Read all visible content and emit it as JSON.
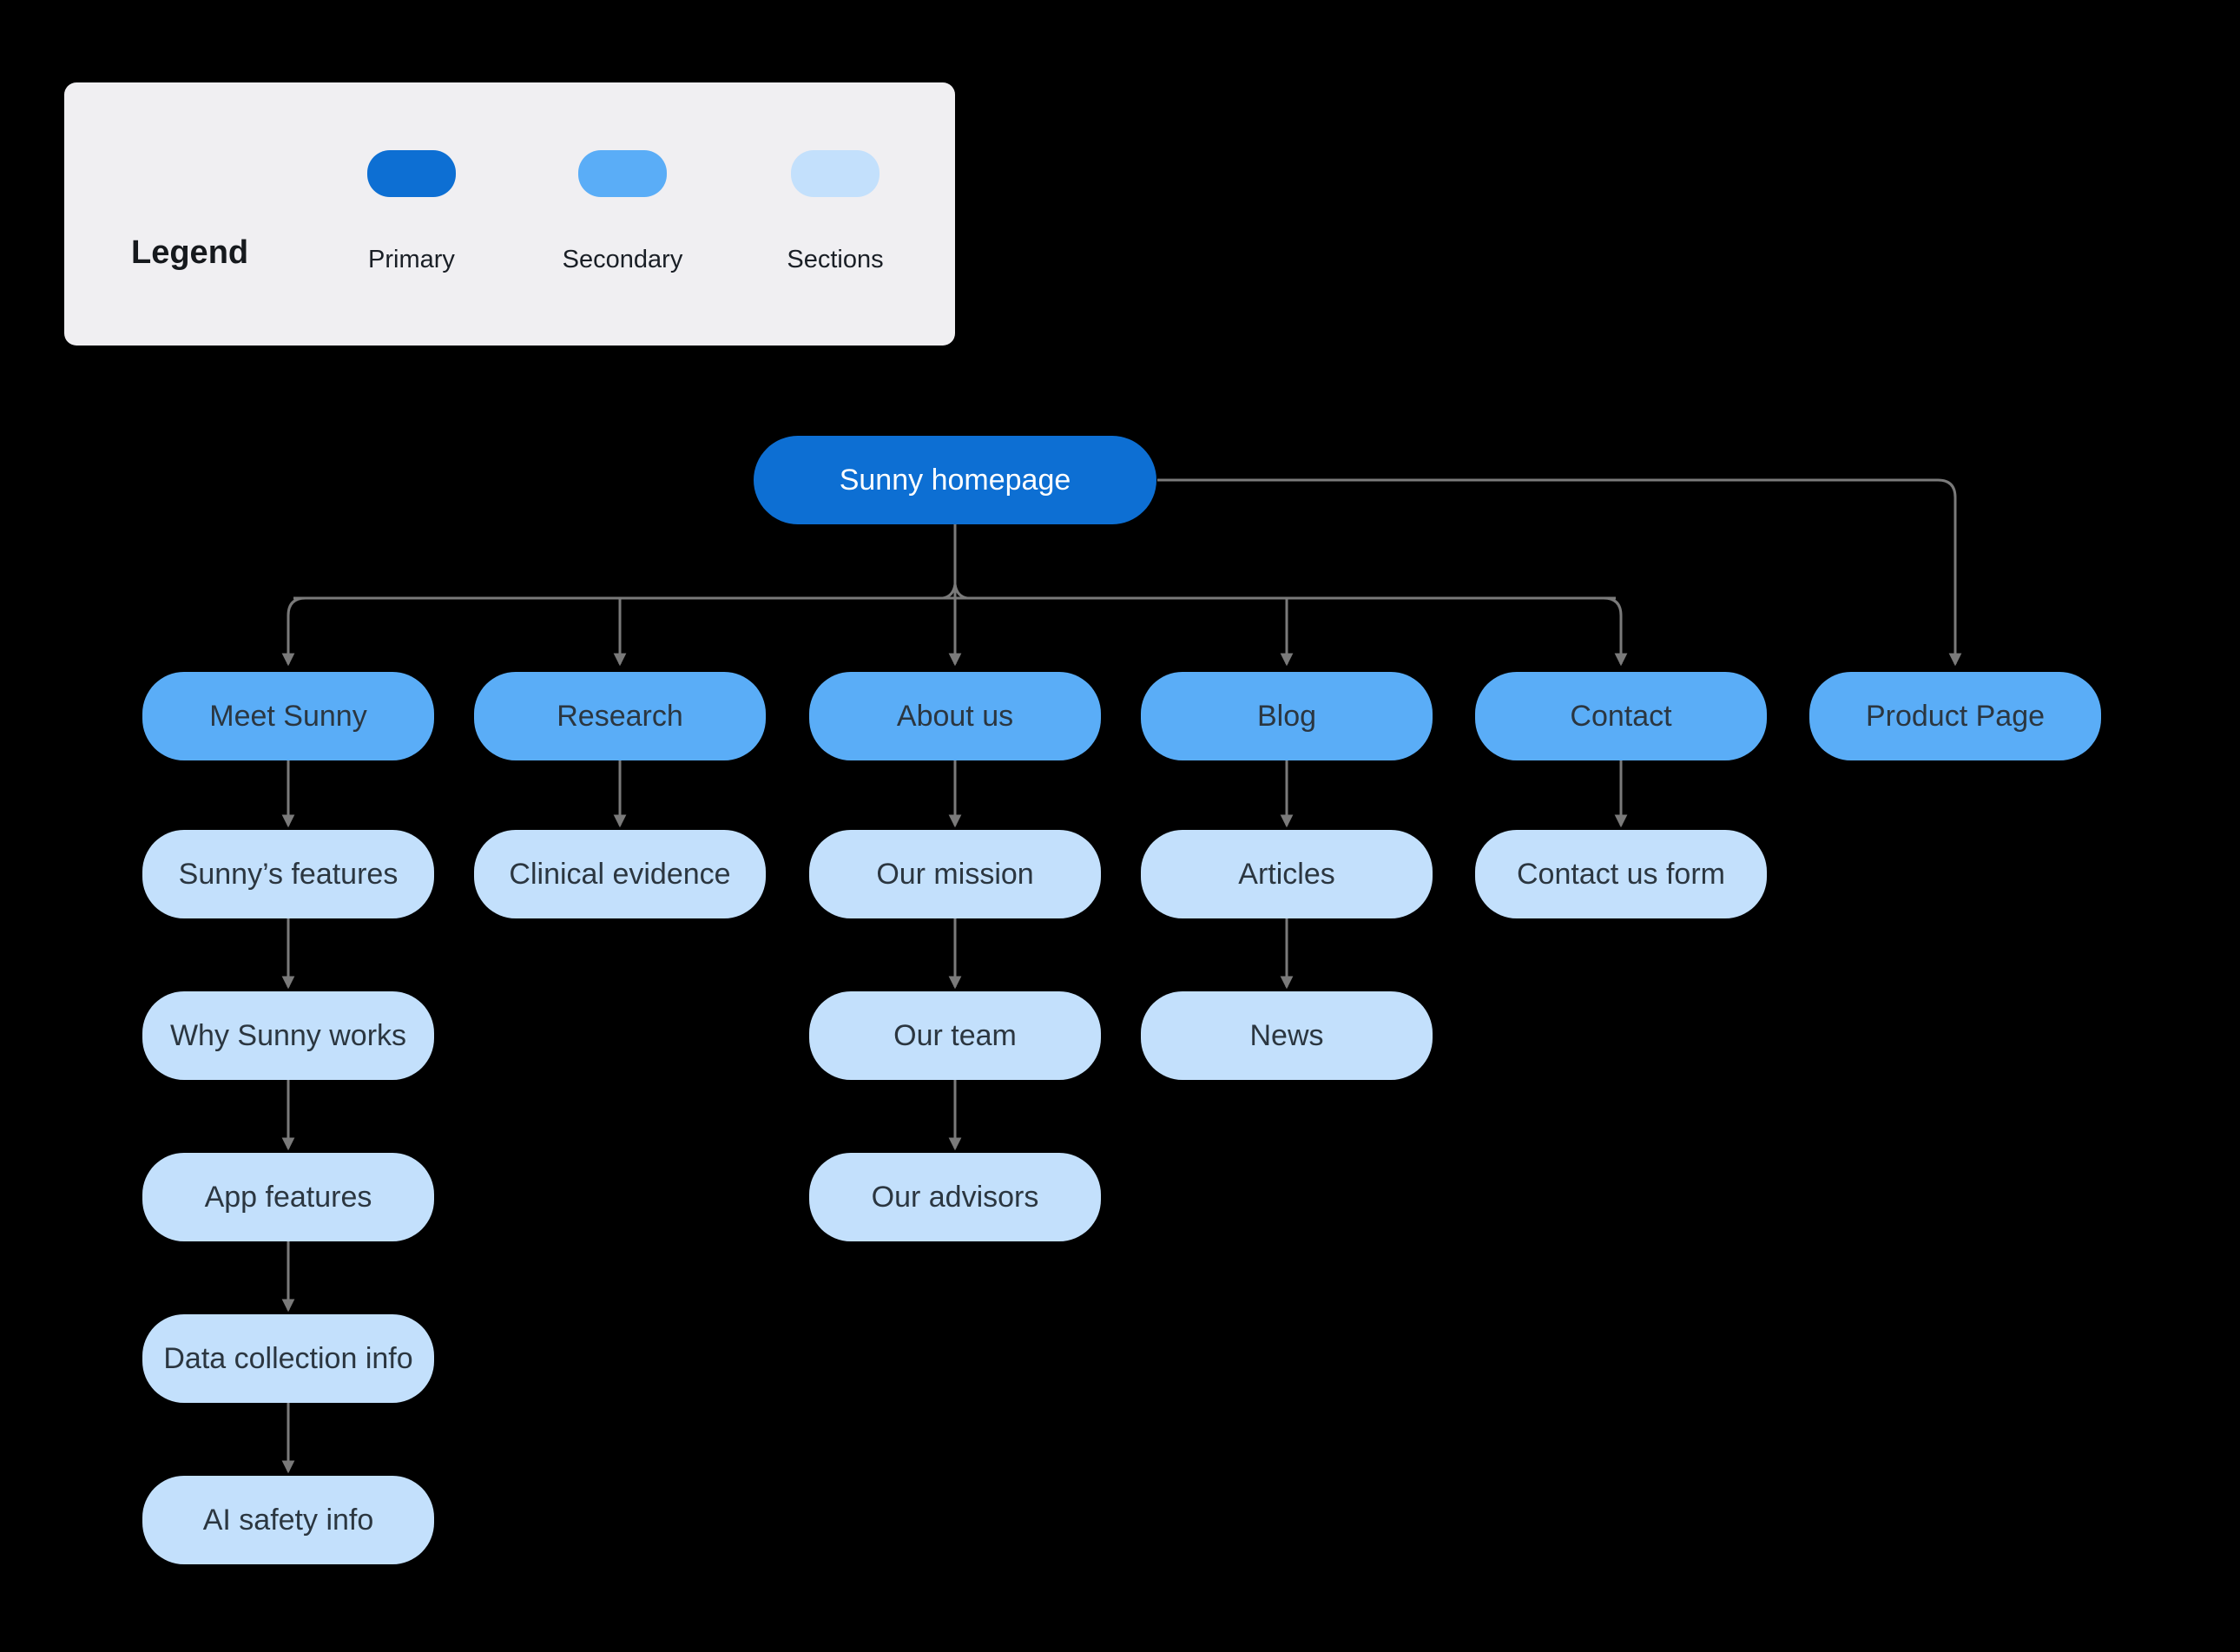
{
  "colors": {
    "background": "#000000",
    "legend_bg": "#f0eff2",
    "primary": "#0d6fd3",
    "secondary": "#5aadf7",
    "section": "#c3e0fc",
    "line": "#7a7a7a",
    "node_text": "#2b3640",
    "primary_text": "#ffffff",
    "legend_text": "#16191d"
  },
  "legend": {
    "title": "Legend",
    "items": [
      {
        "label": "Primary",
        "color": "#0d6fd3"
      },
      {
        "label": "Secondary",
        "color": "#5aadf7"
      },
      {
        "label": "Sections",
        "color": "#c3e0fc"
      }
    ]
  },
  "nodes": {
    "homepage": "Sunny homepage",
    "meet_sunny": "Meet Sunny",
    "research": "Research",
    "about_us": "About us",
    "blog": "Blog",
    "contact": "Contact",
    "product_page": "Product Page",
    "sunnys_features": "Sunny’s features",
    "why_sunny_works": "Why Sunny works",
    "app_features": "App features",
    "data_collection_info": "Data collection info",
    "ai_safety_info": "AI safety info",
    "clinical_evidence": "Clinical evidence",
    "our_mission": "Our mission",
    "our_team": "Our team",
    "our_advisors": "Our advisors",
    "articles": "Articles",
    "news": "News",
    "contact_us_form": "Contact us form"
  },
  "edges": [
    "homepage -> meet_sunny",
    "homepage -> research",
    "homepage -> about_us",
    "homepage -> blog",
    "homepage -> contact",
    "homepage -> product_page",
    "meet_sunny -> sunnys_features",
    "sunnys_features -> why_sunny_works",
    "why_sunny_works -> app_features",
    "app_features -> data_collection_info",
    "data_collection_info -> ai_safety_info",
    "research -> clinical_evidence",
    "about_us -> our_mission",
    "our_mission -> our_team",
    "our_team -> our_advisors",
    "blog -> articles",
    "articles -> news",
    "contact -> contact_us_form"
  ]
}
